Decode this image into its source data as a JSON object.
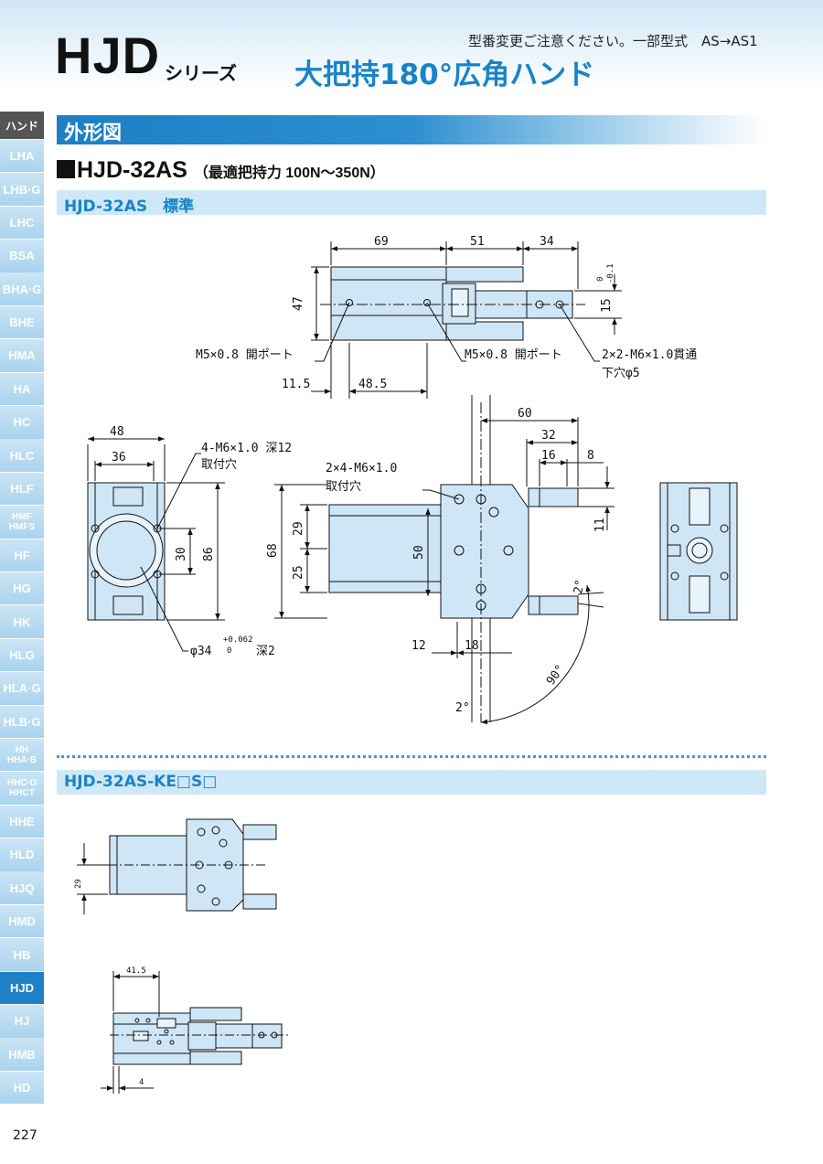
{
  "header": {
    "series": "HJD",
    "series_suffix": "シリーズ",
    "notice": "型番変更ご注意ください。一部型式　AS→AS1",
    "product_title": "大把持180°広角ハンド"
  },
  "sidebar": {
    "head": "ハンド",
    "items": [
      {
        "label": "LHA"
      },
      {
        "label": "LHB·G"
      },
      {
        "label": "LHC"
      },
      {
        "label": "BSA"
      },
      {
        "label": "BHA·G"
      },
      {
        "label": "BHE"
      },
      {
        "label": "HMA"
      },
      {
        "label": "HA"
      },
      {
        "label": "HC"
      },
      {
        "label": "HLC"
      },
      {
        "label": "HLF"
      },
      {
        "label": "HMF HMFS"
      },
      {
        "label": "HF"
      },
      {
        "label": "HG"
      },
      {
        "label": "HK"
      },
      {
        "label": "HLG"
      },
      {
        "label": "HLA·G"
      },
      {
        "label": "HLB·G"
      },
      {
        "label": "HH HHA·B"
      },
      {
        "label": "HHC·D HHCT"
      },
      {
        "label": "HHE"
      },
      {
        "label": "HLD"
      },
      {
        "label": "HJQ"
      },
      {
        "label": "HMD"
      },
      {
        "label": "HB"
      },
      {
        "label": "HJD"
      },
      {
        "label": "HJ"
      },
      {
        "label": "HMB"
      },
      {
        "label": "HD"
      }
    ],
    "active": "HJD"
  },
  "page_number": "227",
  "section": {
    "title": "外形図",
    "model": "HJD-32AS",
    "model_note": "（最適把持力 100N〜350N）",
    "sub1": "HJD-32AS　標準",
    "sub2": "HJD-32AS-KE□S□"
  },
  "drawing": {
    "top_view": {
      "d69": "69",
      "d51": "51",
      "d34": "34",
      "d47": "47",
      "d15": "15",
      "d15_tol_hi": "0",
      "d15_tol_lo": "-0.1",
      "port_left": "M5×0.8 開ポート",
      "port_right": "M5×0.8 開ポート",
      "thru_hole": "2×2-M6×1.0貫通",
      "pilot_hole": "下穴φ5",
      "d11_5": "11.5",
      "d48_5": "48.5"
    },
    "end_view": {
      "d48": "48",
      "d36": "36",
      "mount": "4-M6×1.0 深12",
      "mount_label": "取付穴",
      "d30": "30",
      "d86": "86",
      "bore": "φ34",
      "bore_tol_hi": "+0.062",
      "bore_tol_lo": "0",
      "bore_depth": "深2"
    },
    "front_view": {
      "mount": "2×4-M6×1.0",
      "mount_label": "取付穴",
      "d60": "60",
      "d32": "32",
      "d16": "16",
      "d8": "8",
      "d11": "11",
      "d68": "68",
      "d29": "29",
      "d25": "25",
      "d50": "50",
      "d12": "12",
      "d18": "18",
      "a2_top": "2°",
      "a90": "90°",
      "a2_bottom": "2°"
    },
    "ke_view": {
      "d29": "29",
      "d41_5": "41.5",
      "d4": "4"
    }
  },
  "colors": {
    "accent": "#1e80c6",
    "title_blue": "#1a83c8",
    "sidebar_light": "#b7dcf2",
    "sub_bar": "#cfe8f7",
    "part_fill": "#cfe6f6"
  }
}
